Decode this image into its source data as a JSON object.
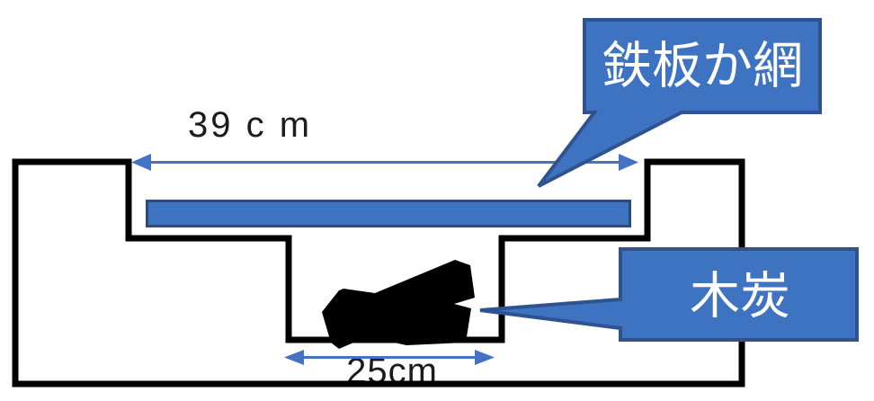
{
  "diagram": {
    "callout_iron_plate": {
      "label": "鉄板か網"
    },
    "callout_charcoal": {
      "label": "木炭"
    },
    "dimension_top": {
      "label": "39 c m"
    },
    "dimension_bottom": {
      "label": "25cm"
    }
  },
  "colors": {
    "outline": "#000000",
    "charcoal": "#000000",
    "plate_fill": "#3E73C1",
    "plate_border": "#2B4B7B",
    "callout_fill": "#3E73C1",
    "callout_border": "#2E5390",
    "arrow": "#4472C4",
    "dimension_text": "#1C1C1C",
    "callout_text": "#FFFFFF"
  }
}
